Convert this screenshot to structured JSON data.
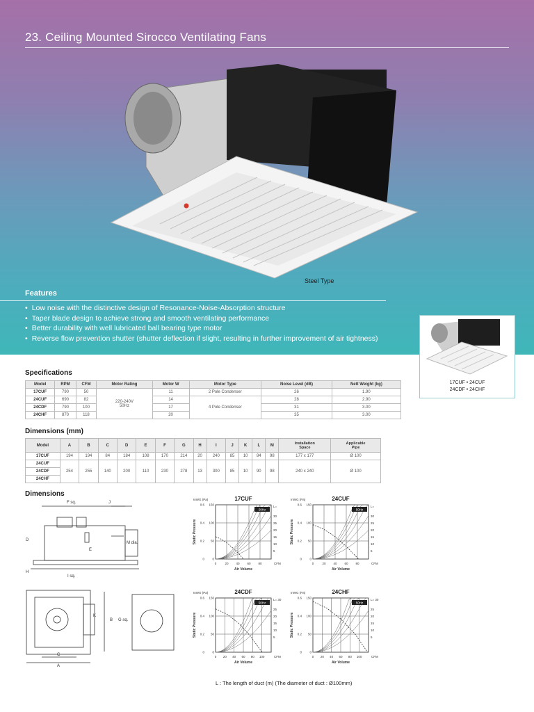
{
  "title": "23. Ceiling Mounted Sirocco Ventilating Fans",
  "hero_caption": "Steel Type",
  "features": {
    "heading": "Features",
    "items": [
      "Low noise with the distinctive design of Resonance-Noise-Absorption structure",
      "Taper blade design to achieve strong and smooth ventilating performance",
      "Better durability with well lubricated ball bearing type motor",
      "Reverse flow prevention shutter (shutter deflection if slight, resulting in further improvement of air tightness)"
    ]
  },
  "thumbnail_caption": {
    "line1": "17CUF • 24CUF",
    "line2": "24CDF • 24CHF"
  },
  "specifications": {
    "heading": "Specifications",
    "headers": [
      "Model",
      "RPM",
      "CFM",
      "Motor Rating",
      "Motor W",
      "Motor Type",
      "Noise Level (dB)",
      "Nett Weight (kg)"
    ],
    "rows": [
      [
        "17CUF",
        "790",
        "50",
        "11",
        "26",
        "1.90"
      ],
      [
        "24CUF",
        "690",
        "82",
        "14",
        "28",
        "2.90"
      ],
      [
        "24CDF",
        "790",
        "100",
        "17",
        "31",
        "3.00"
      ],
      [
        "24CHF",
        "870",
        "118",
        "20",
        "35",
        "3.00"
      ]
    ],
    "motor_rating": [
      "220-240V",
      "50Hz"
    ],
    "motor_type_1": "2 Pole Condenser",
    "motor_type_2": "4 Pole Condenser"
  },
  "dimensions_table": {
    "heading": "Dimensions (mm)",
    "headers": [
      "Model",
      "A",
      "B",
      "C",
      "D",
      "E",
      "F",
      "G",
      "H",
      "I",
      "J",
      "K",
      "L",
      "M"
    ],
    "inst_header": [
      "Installation",
      "Space"
    ],
    "pipe_header": [
      "Applicable",
      "Pipe"
    ],
    "row1": {
      "model": "17CUF",
      "values": [
        "194",
        "194",
        "84",
        "184",
        "108",
        "170",
        "214",
        "20",
        "240",
        "85",
        "10",
        "84",
        "98"
      ],
      "space": "177 x 177",
      "pipe": "Ø 100"
    },
    "row2": {
      "models": [
        "24CUF",
        "24CDF",
        "24CHF"
      ],
      "values": [
        "254",
        "255",
        "140",
        "200",
        "110",
        "230",
        "278",
        "13",
        "300",
        "85",
        "10",
        "90",
        "98"
      ],
      "space": "240 x 240",
      "pipe": "Ø 100"
    }
  },
  "dimensions_heading": "Dimensions",
  "drawing_labels": {
    "f_sq": "F sq.",
    "j": "J",
    "i_sq": "I sq.",
    "d": "D",
    "e": "E",
    "h": "H",
    "m_dia": "M dia.",
    "c": "C",
    "a": "A",
    "k": "K",
    "b": "B",
    "g_sq": "G sq."
  },
  "chart_data": [
    {
      "type": "line",
      "title": "17CUF",
      "xlabel": "Air Volume",
      "ylabel": "Static Pressure",
      "y_units_top": "InWG  (Pa)",
      "x_ticks": [
        "0",
        "20",
        "40",
        "60",
        "80"
      ],
      "x_unit": "CFM",
      "y_ticks_inwg": [
        "0",
        "0.2",
        "0.4",
        "0.6"
      ],
      "y_ticks_pa": [
        "0",
        "50",
        "100",
        "150"
      ],
      "legend": "50Hz",
      "duct_label": "L=",
      "duct_lengths": [
        "30",
        "25",
        "20",
        "15",
        "10",
        "5"
      ],
      "xlim": [
        0,
        100
      ],
      "ylim_pa": [
        0,
        150
      ],
      "series": [
        {
          "name": "50Hz",
          "x": [
            0,
            10,
            20,
            30,
            40,
            50
          ],
          "y": [
            62,
            55,
            45,
            32,
            18,
            0
          ]
        }
      ]
    },
    {
      "type": "line",
      "title": "24CUF",
      "xlabel": "Air Volume",
      "ylabel": "Static Pressure",
      "y_units_top": "InWG  (Pa)",
      "x_ticks": [
        "0",
        "20",
        "40",
        "60",
        "80"
      ],
      "x_unit": "CFM",
      "y_ticks_inwg": [
        "0",
        "0.2",
        "0.4",
        "0.6"
      ],
      "y_ticks_pa": [
        "0",
        "50",
        "100",
        "150"
      ],
      "legend": "50Hz",
      "duct_label": "L=",
      "duct_lengths": [
        "30",
        "25",
        "20",
        "15",
        "10",
        "5"
      ],
      "xlim": [
        0,
        100
      ],
      "ylim_pa": [
        0,
        150
      ],
      "series": [
        {
          "name": "50Hz",
          "x": [
            0,
            20,
            40,
            60,
            82
          ],
          "y": [
            95,
            82,
            62,
            35,
            0
          ]
        }
      ]
    },
    {
      "type": "line",
      "title": "24CDF",
      "xlabel": "Air Volume",
      "ylabel": "Static Pressure",
      "y_units_top": "InWG  (Pa)",
      "x_ticks": [
        "0",
        "20",
        "40",
        "60",
        "80",
        "100"
      ],
      "x_unit": "CFM",
      "y_ticks_inwg": [
        "0",
        "0.2",
        "0.4",
        "0.6"
      ],
      "y_ticks_pa": [
        "0",
        "50",
        "100",
        "150"
      ],
      "legend": "50Hz",
      "duct_label": "L= 30",
      "duct_lengths": [
        "25",
        "20",
        "15",
        "10",
        "5"
      ],
      "xlim": [
        0,
        120
      ],
      "ylim_pa": [
        0,
        150
      ],
      "series": [
        {
          "name": "50Hz",
          "x": [
            0,
            25,
            50,
            75,
            100
          ],
          "y": [
            120,
            105,
            80,
            45,
            0
          ]
        }
      ]
    },
    {
      "type": "line",
      "title": "24CHF",
      "xlabel": "Air Volume",
      "ylabel": "Static Pressure",
      "y_units_top": "InWG  (Pa)",
      "x_ticks": [
        "0",
        "20",
        "40",
        "60",
        "80",
        "100"
      ],
      "x_unit": "CFM",
      "y_ticks_inwg": [
        "0",
        "0.2",
        "0.4",
        "0.6"
      ],
      "y_ticks_pa": [
        "0",
        "50",
        "100",
        "150"
      ],
      "legend": "50Hz",
      "duct_label": "L= 30",
      "duct_lengths": [
        "25",
        "20",
        "15",
        "10",
        "5"
      ],
      "xlim": [
        0,
        120
      ],
      "ylim_pa": [
        0,
        150
      ],
      "series": [
        {
          "name": "50Hz",
          "x": [
            0,
            30,
            60,
            90,
            118
          ],
          "y": [
            140,
            122,
            92,
            52,
            0
          ]
        }
      ]
    }
  ],
  "duct_note": "L : The length of duct (m) (The diameter of duct : Ø100mm)"
}
